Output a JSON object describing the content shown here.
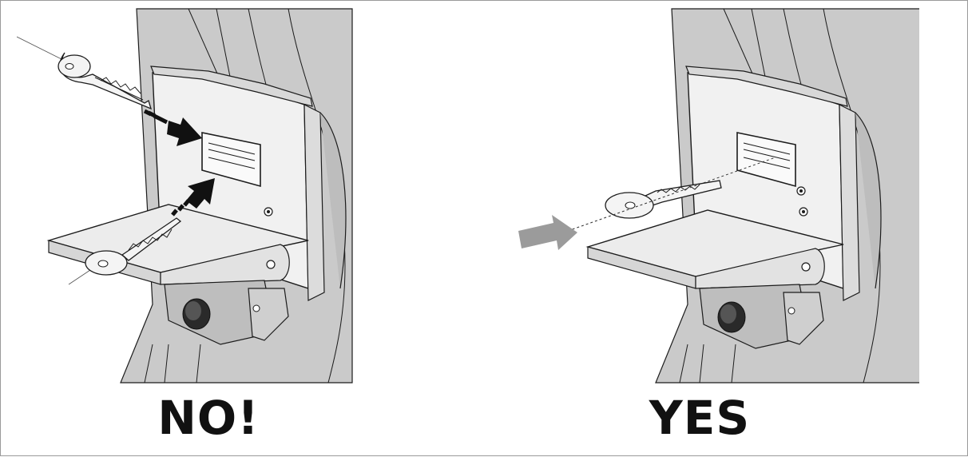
{
  "panels": [
    {
      "id": "no",
      "caption": "NO!",
      "arrow_color": "#111111",
      "depicts": "key-inserted-upside-down-or-from-below"
    },
    {
      "id": "yes",
      "caption": "YES",
      "arrow_color": "#9b9b9b",
      "depicts": "key-inserted-straight-horizontal"
    }
  ],
  "colors": {
    "body_gray": "#c9c9c9",
    "body_dark": "#a9a9a9",
    "plate": "#f1f1f1",
    "outline": "#1c1c1c",
    "key": "#f4f4f4"
  },
  "icons": [
    "key-icon",
    "arrow-icon",
    "knob-icon",
    "screw-icon"
  ]
}
